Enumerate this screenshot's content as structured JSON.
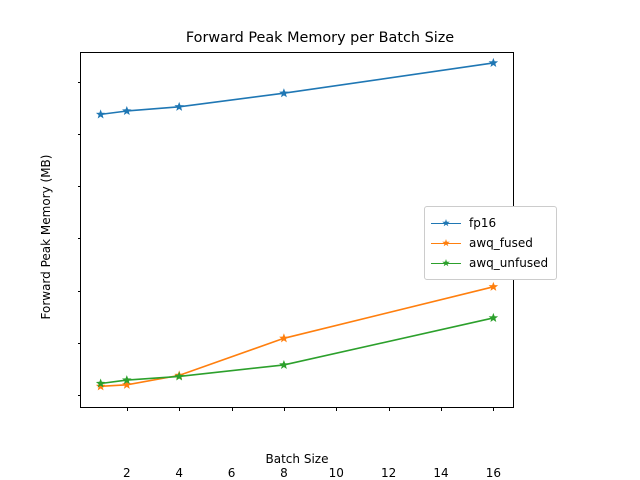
{
  "chart_data": {
    "type": "line",
    "title": "Forward Peak Memory per Batch Size",
    "xlabel": "Batch Size",
    "ylabel": "Forward Peak Memory (MB)",
    "x": [
      1,
      2,
      4,
      8,
      16
    ],
    "xlim": [
      0.25,
      16.75
    ],
    "ylim": [
      5550,
      19100
    ],
    "xticks": [
      2,
      4,
      6,
      8,
      10,
      12,
      14,
      16
    ],
    "yticks": [
      6000,
      8000,
      10000,
      12000,
      14000,
      16000,
      18000
    ],
    "grid": false,
    "legend_position": "center-right",
    "series": [
      {
        "name": "fp16",
        "color": "#1f77b4",
        "marker": "star",
        "values": [
          16750,
          16880,
          17040,
          17560,
          18720
        ]
      },
      {
        "name": "awq_fused",
        "color": "#ff7f0e",
        "marker": "star",
        "values": [
          6340,
          6400,
          6760,
          8180,
          10150
        ]
      },
      {
        "name": "awq_unfused",
        "color": "#2ca02c",
        "marker": "star",
        "values": [
          6450,
          6580,
          6720,
          7160,
          8960
        ]
      }
    ]
  },
  "figure": {
    "background": "#ffffff",
    "axes_color": "#000000"
  }
}
